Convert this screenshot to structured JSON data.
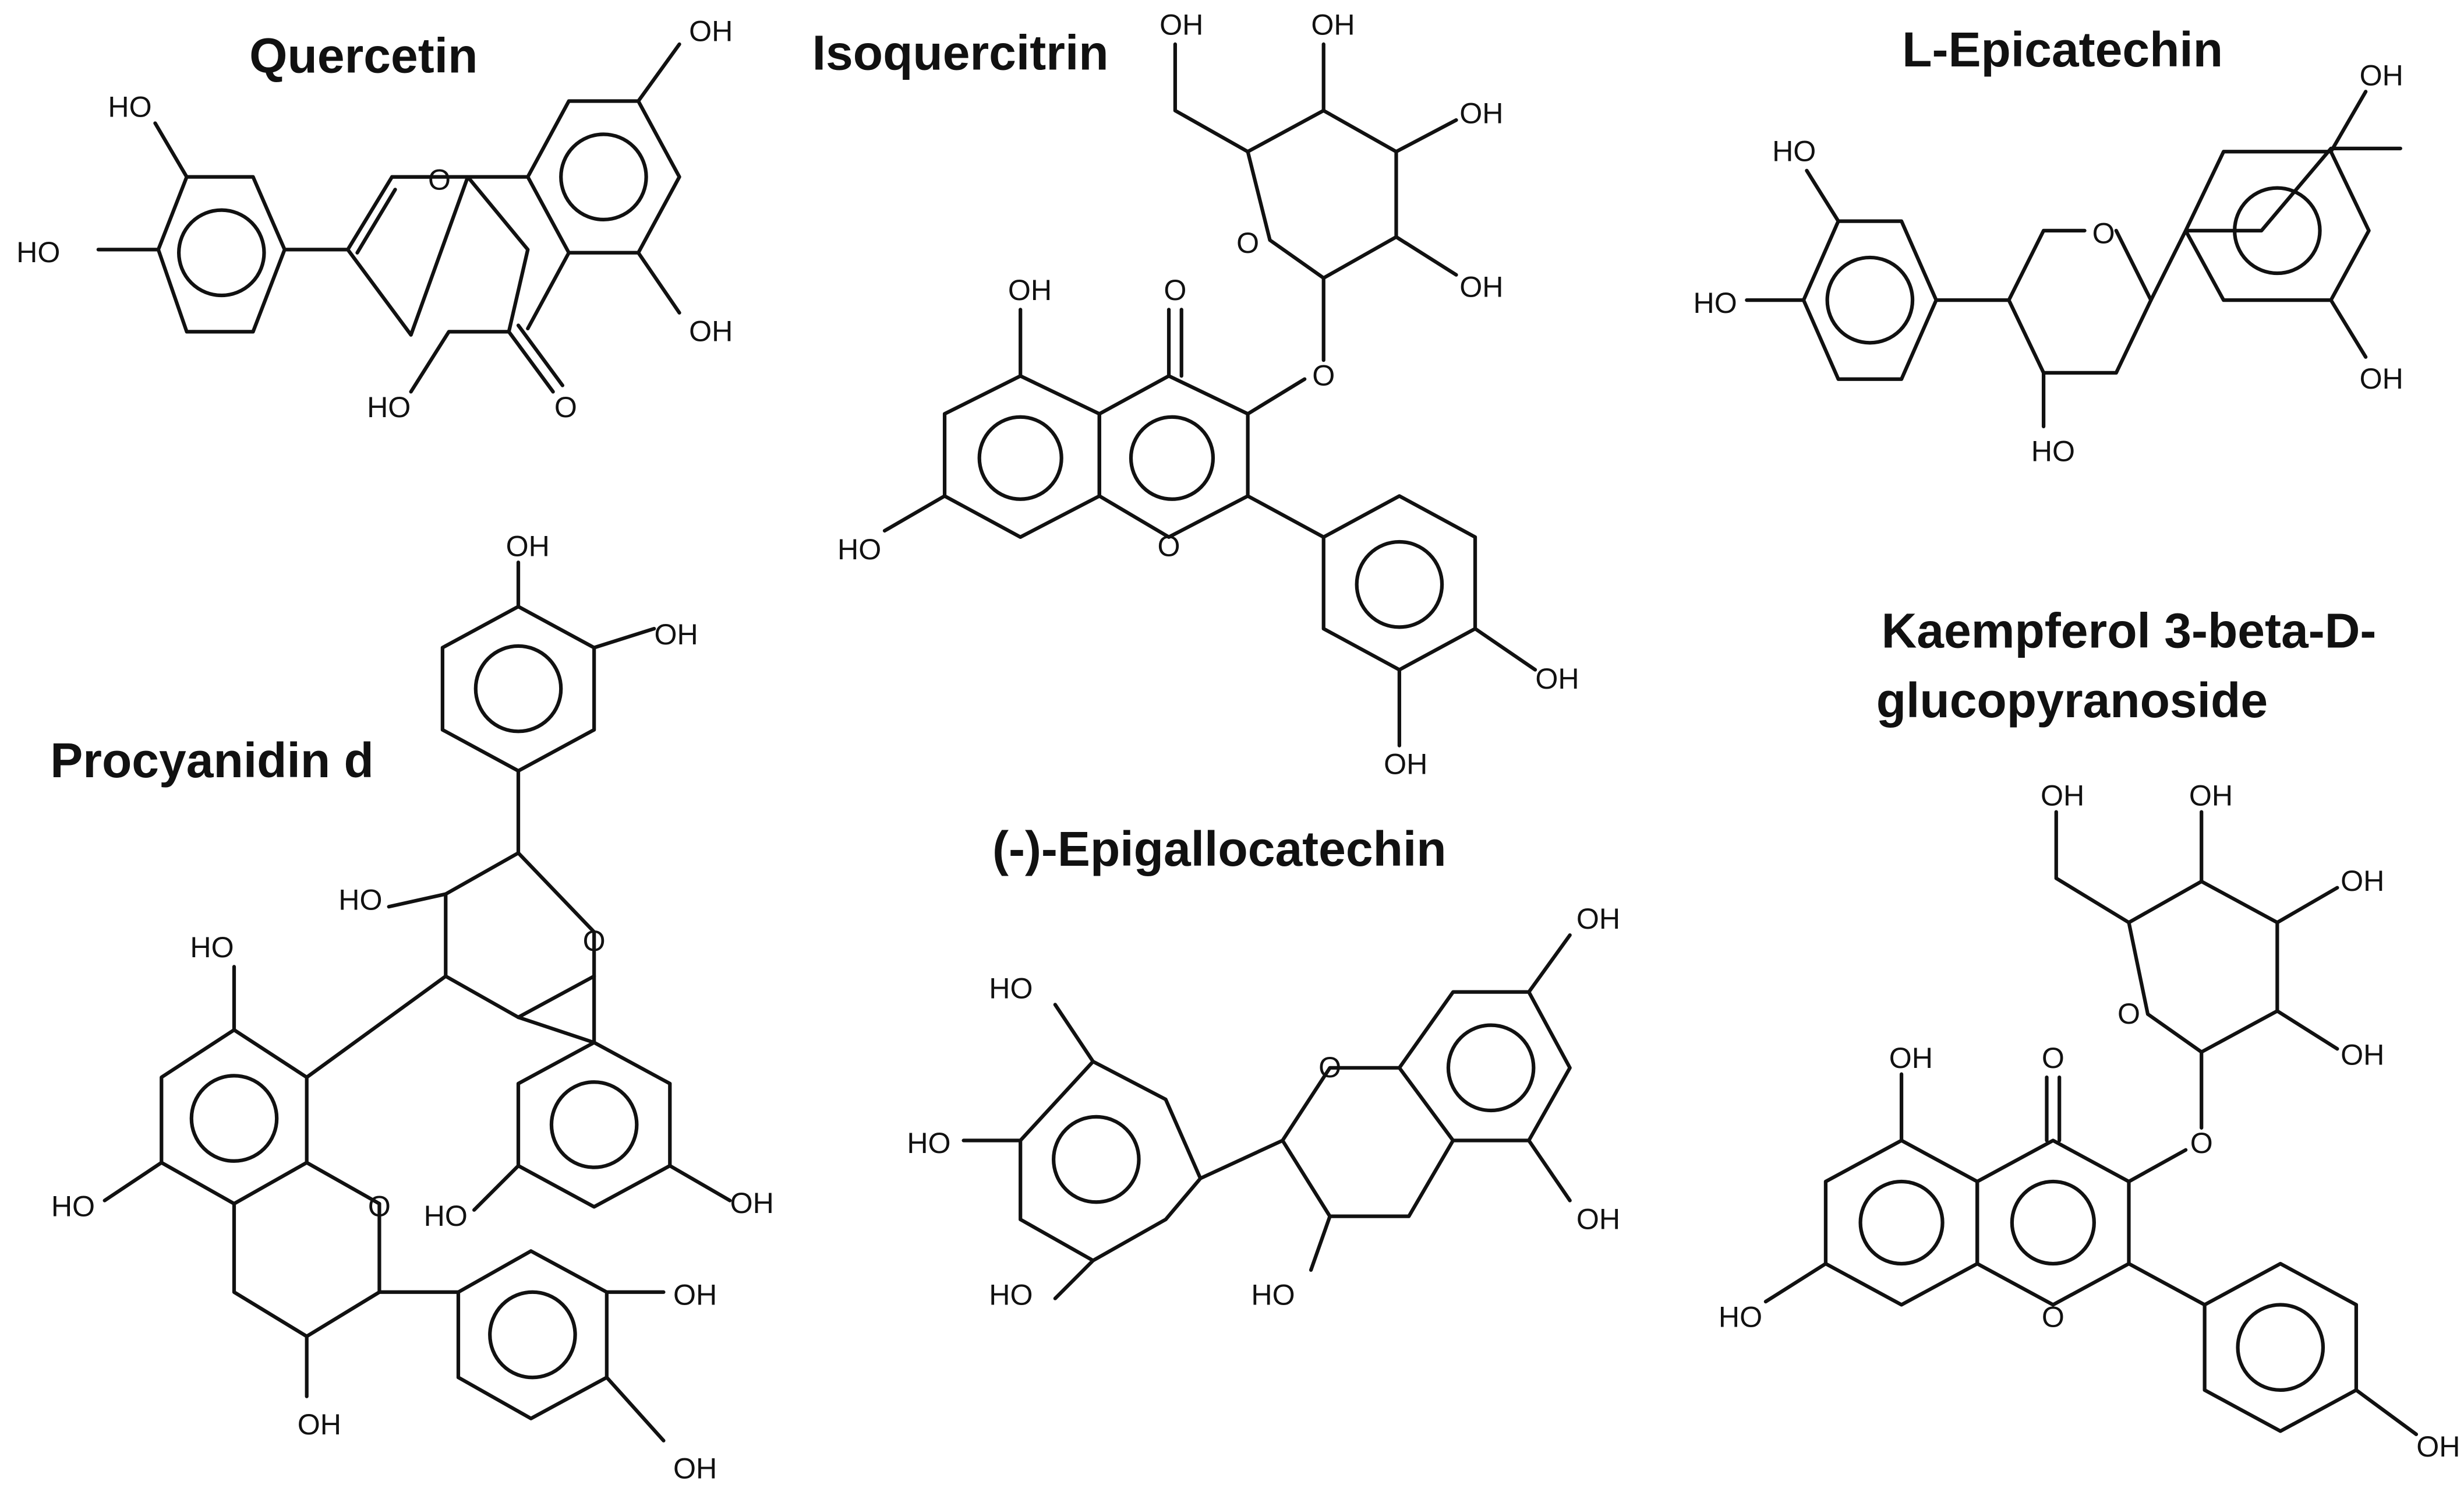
{
  "figure": {
    "molecules": [
      {
        "id": "quercetin",
        "title": "Quercetin",
        "atoms": {
          "oh_3p": "HO",
          "oh_4p": "HO",
          "ring_o": "O",
          "oh_7": "OH",
          "oh_5": "OH",
          "oh_3": "HO",
          "keto": "O"
        }
      },
      {
        "id": "isoquercitrin",
        "title": "Isoquercitrin",
        "atoms": {
          "oh_6s": "OH",
          "oh_4s": "OH",
          "oh_3s": "OH",
          "oh_2s": "OH",
          "sugar_o": "O",
          "glyc_o": "O",
          "keto": "O",
          "oh_5": "OH",
          "oh_7": "HO",
          "ring_o": "O",
          "oh_4p": "OH",
          "oh_3p": "OH"
        }
      },
      {
        "id": "l-epicatechin",
        "title": "L-Epicatechin",
        "atoms": {
          "oh_3p": "HO",
          "oh_4p": "HO",
          "ring_o": "O",
          "oh_7": "OH",
          "oh_5": "OH",
          "oh_3": "HO"
        }
      },
      {
        "id": "procyanidin-d",
        "title": "Procyanidin d",
        "atoms": {
          "oh_top1": "OH",
          "oh_top2": "OH",
          "oh_c3": "HO",
          "ring_o_upper": "O",
          "oh_a5": "HO",
          "oh_a7": "HO",
          "ring_o_lower": "O",
          "oh_u5": "HO",
          "oh_u7": "OH",
          "oh_c3_lower": "OH",
          "oh_b3": "OH",
          "oh_b4": "OH"
        }
      },
      {
        "id": "epigallocatechin",
        "title": "(-)-Epigallocatechin",
        "atoms": {
          "oh_3p": "HO",
          "oh_4p": "HO",
          "oh_5p": "HO",
          "ring_o": "O",
          "oh_7": "OH",
          "oh_5": "OH",
          "oh_3": "HO"
        }
      },
      {
        "id": "kaempferol-glucoside",
        "title_line1": "Kaempferol 3-beta-D-",
        "title_line2": "glucopyranoside",
        "atoms": {
          "oh_6s": "OH",
          "oh_4s": "OH",
          "oh_3s": "OH",
          "oh_2s": "OH",
          "sugar_o": "O",
          "glyc_o": "O",
          "keto": "O",
          "oh_5": "OH",
          "oh_7": "HO",
          "ring_o": "O",
          "oh_4p": "OH"
        }
      }
    ]
  }
}
